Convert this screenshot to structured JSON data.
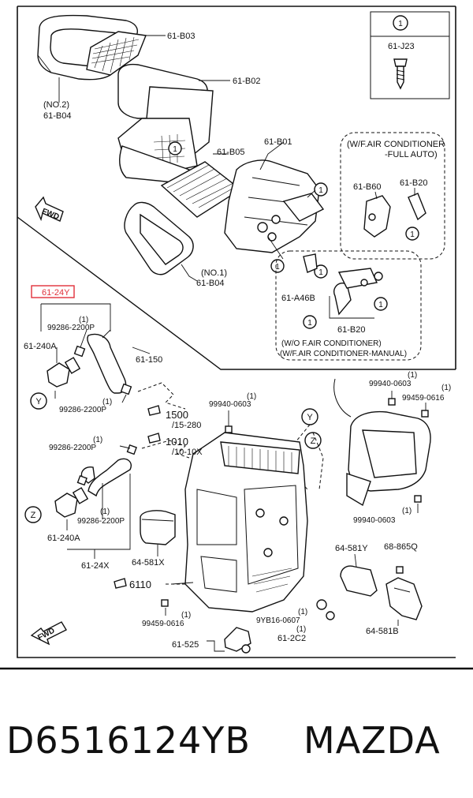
{
  "callouts": {
    "b03": "61-B03",
    "b02": "61-B02",
    "no2": "(NO.2)",
    "b04_top": "61-B04",
    "b05": "61-B05",
    "b01": "61-B01",
    "no1": "(NO.1)",
    "b04_mid": "61-B04",
    "j23_num": "1",
    "j23": "61-J23",
    "fwd": "FWD",
    "wf_box_line1": "(W/F.AIR CONDITIONER",
    "wf_box_line2": "-FULL AUTO)",
    "b60": "61-B60",
    "b20_top": "61-B20",
    "a46b": "61-A46B",
    "b20_bottom": "61-B20",
    "wo_box_line1": "(W/O F.AIR CONDITIONER)",
    "wo_box_line2": "(W/F.AIR CONDITIONER-MANUAL)",
    "circle_one": "1",
    "y24_highlight": "61-24Y",
    "p2200_a_qty": "(1)",
    "p2200_a": "99286-2200P",
    "a240_top": "61-240A",
    "n150": "61-150",
    "y_mark": "Y",
    "z_mark": "Z",
    "p2200_b_qty": "(1)",
    "p2200_b": "99286-2200P",
    "ref1500": "1500",
    "ref1500_sub": "/15-280",
    "p2200_c_qty": "(1)",
    "p2200_c": "99286-2200P",
    "ref1010": "1010",
    "ref1010_sub": "/10-10X",
    "p0603_a_qty": "(1)",
    "p0603_a": "99940-0603",
    "p0603_b_qty": "(1)",
    "p0603_b": "99940-0603",
    "p0616_a_qty": "(1)",
    "p0616_a": "99459-0616",
    "p0603_c_qty": "(1)",
    "p0603_c": "99940-0603",
    "p2200_d_qty": "(1)",
    "p2200_d": "99286-2200P",
    "a240_bottom": "61-240A",
    "x24": "61-24X",
    "x581": "64-581X",
    "y581": "64-581Y",
    "q865": "68-865Q",
    "ref6110": "6110",
    "p0616_b_qty": "(1)",
    "p0616_b": "99459-0616",
    "p0607_qty": "(1)",
    "p0607": "9YB16-0607",
    "c2_qty": "(1)",
    "c2": "61-2C2",
    "b581": "64-581B",
    "n525": "61-525"
  },
  "caption": {
    "part_number": "D6516124YB",
    "brand": "MAZDA"
  },
  "colors": {
    "highlight_box": "#e0303a",
    "highlight_text": "#e0303a",
    "ink": "#111111"
  },
  "icons": [
    "fwd-arrow-icon",
    "screw-icon",
    "clip-icon",
    "pointer-hand-icon"
  ]
}
